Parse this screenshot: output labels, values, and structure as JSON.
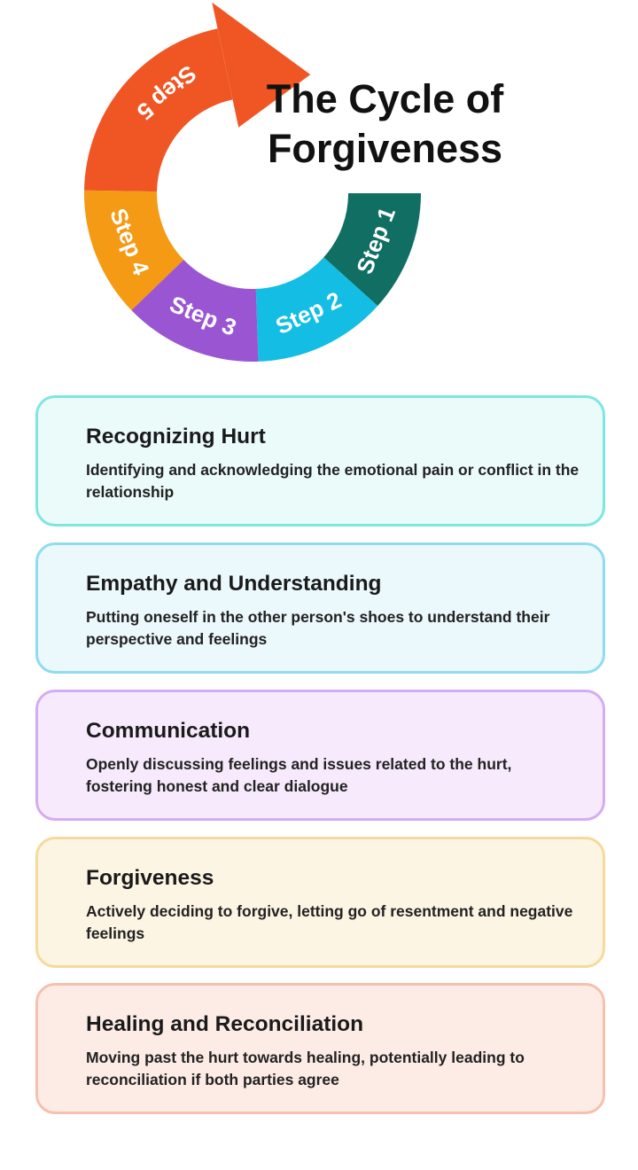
{
  "title": {
    "line1": "The Cycle of",
    "line2": "Forgiveness"
  },
  "cycle_steps": [
    {
      "label": "Step 1",
      "color": "#106f62"
    },
    {
      "label": "Step 2",
      "color": "#13bde3"
    },
    {
      "label": "Step 3",
      "color": "#9a56d2"
    },
    {
      "label": "Step 4",
      "color": "#f49a14"
    },
    {
      "label": "Step 5",
      "color": "#f05624"
    }
  ],
  "cards": [
    {
      "title": "Recognizing Hurt",
      "description": "Identifying and acknowledging the emotional pain or conflict in the relationship",
      "border": "#7ee6e0",
      "background": "#ebfbfa"
    },
    {
      "title": "Empathy and Understanding",
      "description": "Putting oneself in the other person's shoes to understand their perspective and feelings",
      "border": "#8fdcee",
      "background": "#ebf8fc"
    },
    {
      "title": "Communication",
      "description": "Openly discussing feelings and issues related to the hurt, fostering honest and clear dialogue",
      "border": "#d4adf0",
      "background": "#f6eafc"
    },
    {
      "title": "Forgiveness",
      "description": "Actively deciding to forgive, letting go of resentment and negative feelings",
      "border": "#f6da9c",
      "background": "#fdf5e4"
    },
    {
      "title": "Healing and Reconciliation",
      "description": "Moving past the hurt towards healing, potentially leading to reconciliation if both parties agree",
      "border": "#f6c0ae",
      "background": "#fdece5"
    }
  ]
}
